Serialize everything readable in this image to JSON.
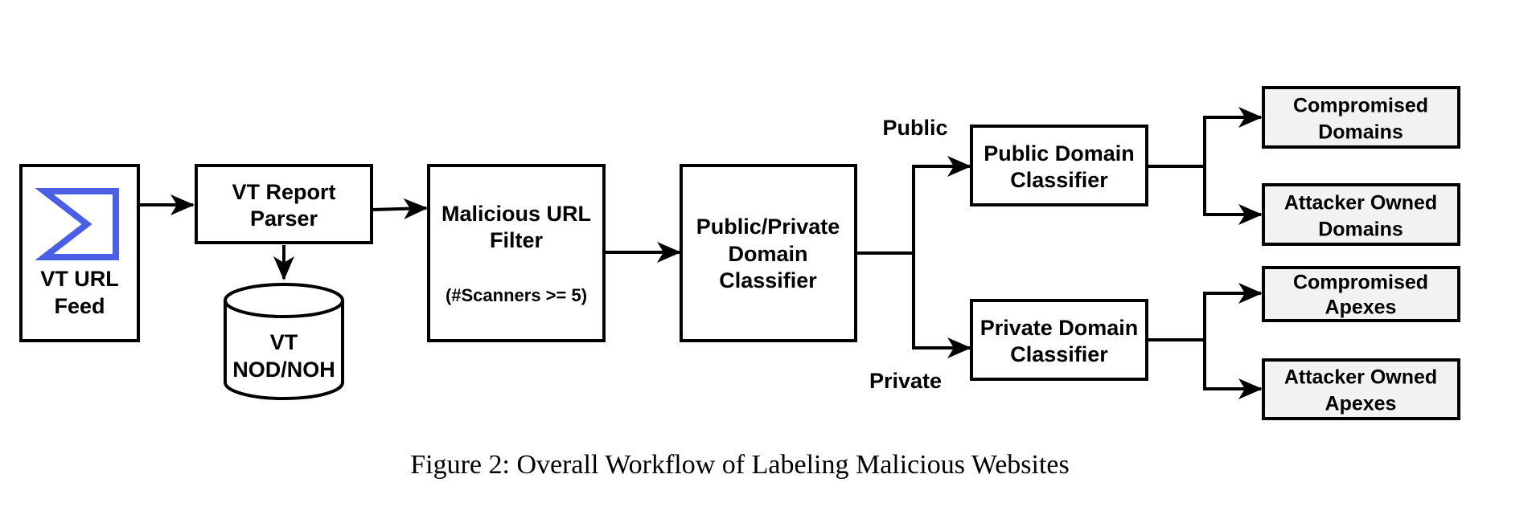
{
  "nodes": {
    "vt_url_feed": {
      "lines": [
        "VT URL",
        "Feed"
      ]
    },
    "vt_report_parser": {
      "lines": [
        "VT Report",
        "Parser"
      ]
    },
    "vt_nod_noh": {
      "lines": [
        "VT",
        "NOD/NOH"
      ]
    },
    "malicious_url_filter": {
      "lines": [
        "Malicious URL",
        "Filter"
      ],
      "note": "(#Scanners >= 5)"
    },
    "public_private_classifier": {
      "lines": [
        "Public/Private",
        "Domain",
        "Classifier"
      ]
    },
    "public_domain_classifier": {
      "lines": [
        "Public Domain",
        "Classifier"
      ]
    },
    "private_domain_classifier": {
      "lines": [
        "Private Domain",
        "Classifier"
      ]
    },
    "compromised_domains": {
      "lines": [
        "Compromised",
        "Domains"
      ]
    },
    "attacker_owned_domains": {
      "lines": [
        "Attacker Owned",
        "Domains"
      ]
    },
    "compromised_apexes": {
      "lines": [
        "Compromised",
        "Apexes"
      ]
    },
    "attacker_owned_apexes": {
      "lines": [
        "Attacker Owned",
        "Apexes"
      ]
    }
  },
  "edge_labels": {
    "public": "Public",
    "private": "Private"
  },
  "colors": {
    "logo": "#4a5fe6",
    "output_fill": "#f2f2f2"
  },
  "icons": {
    "feed_logo": "sigma-logo-icon"
  },
  "caption": "Figure 2: Overall Workflow of Labeling Malicious Websites"
}
